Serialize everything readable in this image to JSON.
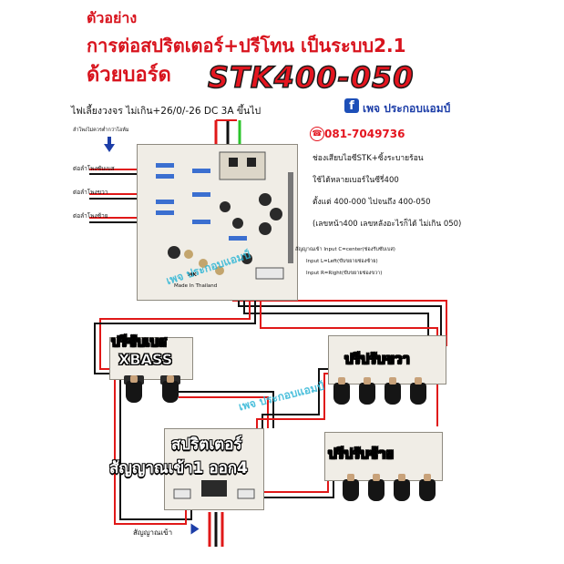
{
  "title": {
    "line1": "ตัวอย่าง",
    "line2": "การต่อสปริตเตอร์+ปรีโทน เป็นระบบ2.1",
    "line3": "ด้วยบอร์ด",
    "model": "STK400-050"
  },
  "power": "ไฟเลี้ยงวงจร ไม่เกิน+26/0/-26 DC  3A ขึ้นไป",
  "contact": {
    "facebook": "เพจ ประกอบแอมป์",
    "phone": "081-7049736"
  },
  "left_notes": {
    "speaker_warning": "ลำโพงไม่ควรต่ำกว่าโอห์ม",
    "bass": "ต่อลำโพงซับเบส",
    "right": "ต่อลำโพงขวา",
    "left": "ต่อลำโพงซ้าย"
  },
  "right_notes": {
    "n1": "ช่องเสียบไอซีSTK+ซิ้งระบายร้อน",
    "n2": "ใช้ได้หลายเบอร์ในซีรี่400",
    "n3": "ตั้งแต่ 400-000 ไปจนถึง 400-050",
    "n4": "(เลขหน้า400 เลขหลังอะไรก็ได้ ไม่เกิน 050)"
  },
  "input_notes": {
    "c": "สัญญาณเข้า Input C=center(ช่องรับซับเบส)",
    "l": "Input L=Left(ขับขยายช่องซ้าย)",
    "r": "Input R=Right(ขับขยายช่องขวา)"
  },
  "modules": {
    "pre_bass": "ปรีซับเบส",
    "xbass": "XBASS",
    "pre_right": "ปรีปรับขวา",
    "splitter": "สปริตเตอร์",
    "splitter_io": "สัญญาณเข้า1 ออก4",
    "pre_left": "ปรีปรับซ้าย"
  },
  "signal_in": "สัญญาณเข้า",
  "board_text": {
    "mk": "MK",
    "made": "Made In Thailand"
  },
  "watermark": "เพจ ประกอบแอมป์",
  "colors": {
    "title_red": "#d8131d",
    "wire_red": "#e01818",
    "wire_black": "#111111",
    "wire_green": "#2bc42b",
    "accent_blue": "#1d3ea8",
    "watermark_cyan": "#2fb6d6"
  },
  "icons": [
    "facebook-icon",
    "phone-icon",
    "arrow-down-icon"
  ]
}
